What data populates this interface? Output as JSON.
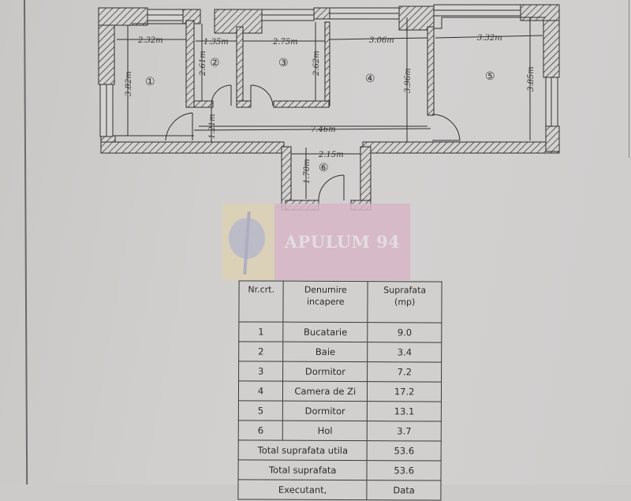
{
  "floor_plan": {
    "rooms": [
      {
        "number": "1",
        "label": "①"
      },
      {
        "number": "2",
        "label": "②"
      },
      {
        "number": "3",
        "label": "③"
      },
      {
        "number": "4",
        "label": "④"
      },
      {
        "number": "5",
        "label": "⑤"
      },
      {
        "number": "6",
        "label": "⑥"
      }
    ],
    "dimensions": {
      "room1_width": "2.32m",
      "room1_height": "3.82m",
      "room2_width": "1.35m",
      "room2_height": "2.61m",
      "room3_width": "2.75m",
      "room3_height": "2.62m",
      "room4_width": "3.06m",
      "room4_height": "3.96m",
      "room5_width": "3.32m",
      "room5_height": "3.85m",
      "corridor_length": "7.46m",
      "corridor_width": "1.21m",
      "hall_width": "2.15m",
      "hall_depth": "1.70m"
    }
  },
  "watermark": {
    "text": "APULUM 94",
    "logo_color": "#dcd2b4",
    "band_color": "#d7b7c6"
  },
  "table": {
    "headers": {
      "nr": "Nr.crt.",
      "name_line1": "Denumire",
      "name_line2": "incapere",
      "area_line1": "Suprafata",
      "area_line2": "(mp)"
    },
    "rows": [
      {
        "nr": "1",
        "name": "Bucatarie",
        "area": "9.0"
      },
      {
        "nr": "2",
        "name": "Baie",
        "area": "3.4"
      },
      {
        "nr": "3",
        "name": "Dormitor",
        "area": "7.2"
      },
      {
        "nr": "4",
        "name": "Camera de Zi",
        "area": "17.2"
      },
      {
        "nr": "5",
        "name": "Dormitor",
        "area": "13.1"
      },
      {
        "nr": "6",
        "name": "Hol",
        "area": "3.7"
      }
    ],
    "total_useful_label": "Total suprafata utila",
    "total_useful_value": "53.6",
    "total_label": "Total suprafata",
    "total_value": "53.6",
    "executant_label": "Executant,",
    "date_label": "Data"
  }
}
